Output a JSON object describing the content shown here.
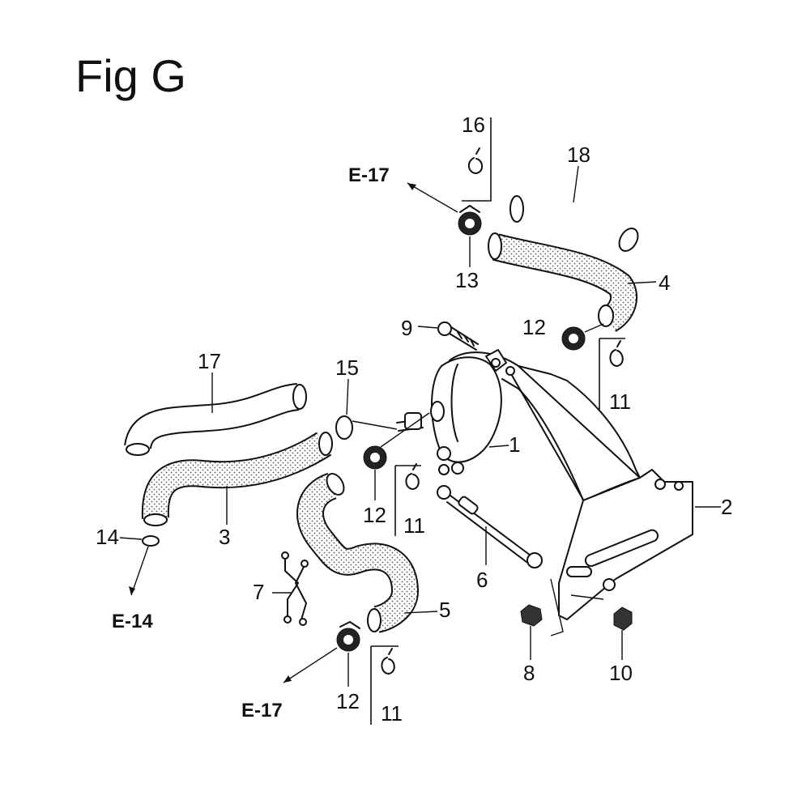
{
  "figure": {
    "title": "Fig G"
  },
  "callouts": {
    "n1": "1",
    "n2": "2",
    "n3": "3",
    "n4": "4",
    "n5": "5",
    "n6": "6",
    "n7": "7",
    "n8": "8",
    "n9": "9",
    "n10": "10",
    "n11a": "11",
    "n11b": "11",
    "n11c": "11",
    "n12a": "12",
    "n12b": "12",
    "n12c": "12",
    "n13": "13",
    "n14": "14",
    "n15": "15",
    "n16": "16",
    "n17": "17",
    "n18": "18"
  },
  "references": {
    "e17_top": "E-17",
    "e17_bottom": "E-17",
    "e14": "E-14"
  }
}
